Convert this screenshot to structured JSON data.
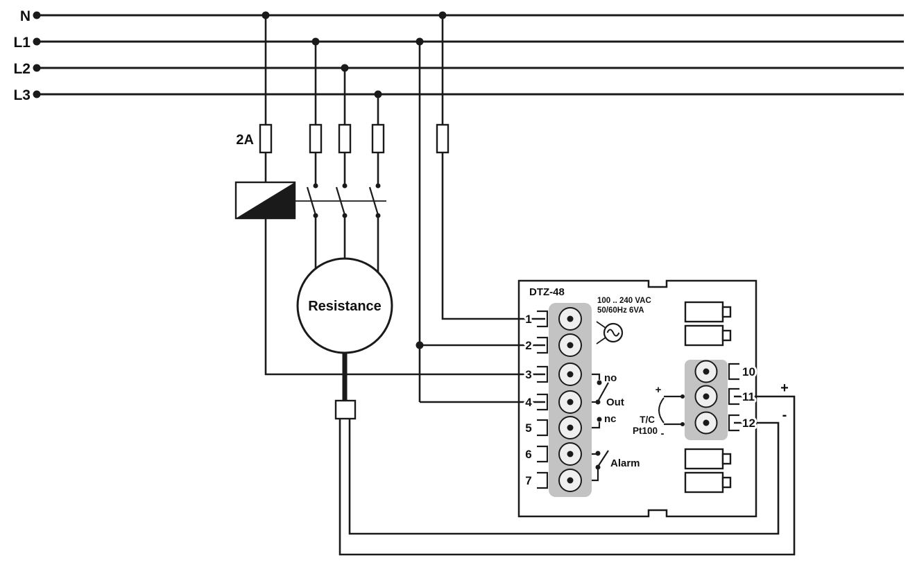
{
  "bus": {
    "labels": [
      "N",
      "L1",
      "L2",
      "L3"
    ]
  },
  "fuse": {
    "rating_label": "2A"
  },
  "load": {
    "label": "Resistance"
  },
  "controller": {
    "model": "DTZ-48",
    "supply_line1": "100 .. 240 VAC",
    "supply_line2": "50/60Hz 6VA",
    "left_terminals": [
      "1",
      "2",
      "3",
      "4",
      "5",
      "6",
      "7"
    ],
    "right_terminals": [
      "10",
      "11",
      "12"
    ],
    "relay": {
      "no": "no",
      "common": "Out",
      "nc": "nc",
      "alarm": "Alarm"
    },
    "sensor_input": {
      "plus": "+",
      "minus": "-",
      "type1": "T/C",
      "type2": "Pt100"
    }
  },
  "external_sensor": {
    "plus": "+",
    "minus": "-"
  },
  "colors": {
    "line": "#1a1a1a",
    "strip": "#c3c3c3"
  }
}
